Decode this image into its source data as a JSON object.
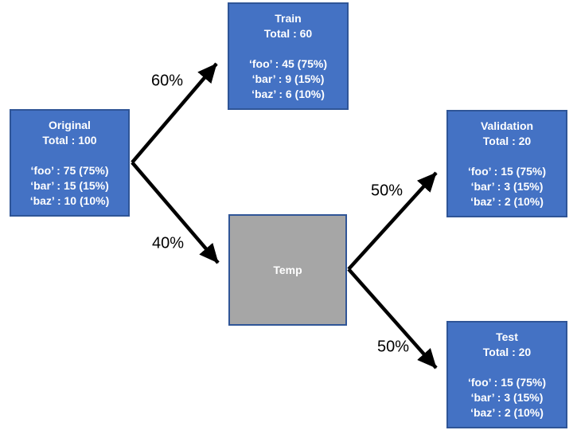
{
  "diagram": {
    "title": "dataset-split-flowchart",
    "colors": {
      "node_fill": "#4472C4",
      "node_border": "#2F5597",
      "temp_fill": "#A6A6A6",
      "arrow": "#000000",
      "node_text": "#FFFFFF",
      "edge_label_text": "#000000"
    },
    "nodes": {
      "original": {
        "title": "Original",
        "total": "Total : 100",
        "lines": [
          "‘foo’ : 75 (75%)",
          "‘bar’ : 15 (15%)",
          "‘baz’ : 10 (10%)"
        ]
      },
      "train": {
        "title": "Train",
        "total": "Total : 60",
        "lines": [
          "‘foo’ : 45 (75%)",
          "‘bar’ : 9 (15%)",
          "‘baz’ : 6 (10%)"
        ]
      },
      "temp": {
        "title": "Temp"
      },
      "validation": {
        "title": "Validation",
        "total": "Total : 20",
        "lines": [
          "‘foo’ : 15 (75%)",
          "‘bar’ : 3 (15%)",
          "‘baz’ : 2 (10%)"
        ]
      },
      "test": {
        "title": "Test",
        "total": "Total : 20",
        "lines": [
          "‘foo’ : 15 (75%)",
          "‘bar’ : 3 (15%)",
          "‘baz’ : 2 (10%)"
        ]
      }
    },
    "edges": [
      {
        "from": "original",
        "to": "train",
        "label": "60%"
      },
      {
        "from": "original",
        "to": "temp",
        "label": "40%"
      },
      {
        "from": "temp",
        "to": "validation",
        "label": "50%"
      },
      {
        "from": "temp",
        "to": "test",
        "label": "50%"
      }
    ]
  }
}
